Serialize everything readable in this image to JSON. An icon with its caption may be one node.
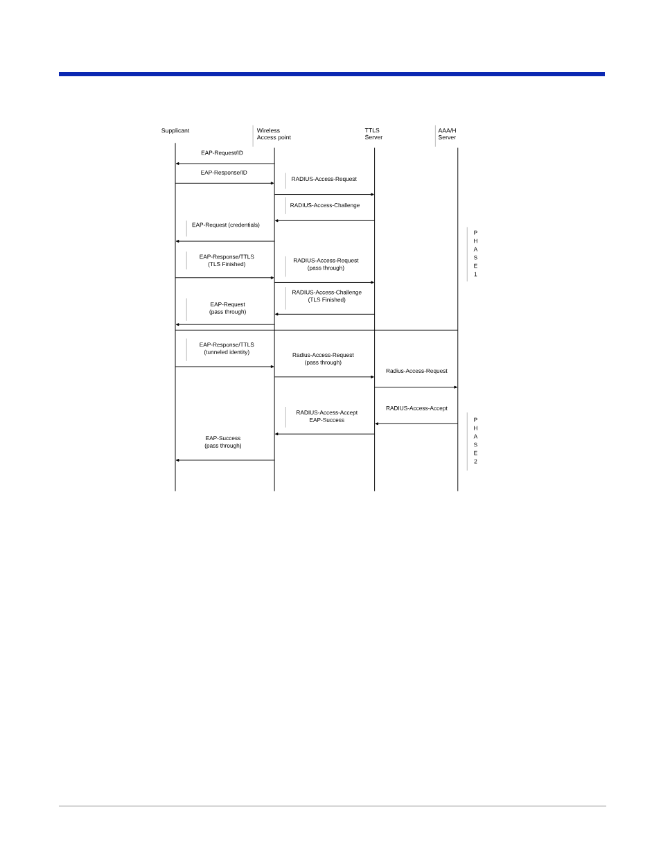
{
  "diagram": {
    "nodes": [
      {
        "text": [
          "Supplicant"
        ]
      },
      {
        "text": [
          "Wireless Access point"
        ]
      },
      {
        "text": [
          "TTLS Server"
        ]
      },
      {
        "text": [
          "AAA/H Server"
        ]
      }
    ],
    "edges": [
      {
        "from": 1,
        "to": 0,
        "arrow": "to",
        "label": "EAP-Request/ID"
      },
      {
        "from": 0,
        "to": 1,
        "arrow": "to",
        "label": "EAP-Response/ID"
      },
      {
        "from": 1,
        "to": 2,
        "arrow": "to",
        "label": "RADIUS-Access-Request"
      },
      {
        "from": 2,
        "to": 1,
        "arrow": "to",
        "label": "RADIUS-Access-Challenge"
      },
      {
        "from": 1,
        "to": 0,
        "arrow": "to",
        "label": "EAP-Request (credentials)"
      },
      {
        "from": 0,
        "to": 1,
        "arrow": "to",
        "label": "EAP-Response/TTLS (TLS Finished)"
      },
      {
        "from": 1,
        "to": 2,
        "arrow": "to",
        "label": "RADIUS-Access-Request (pass through)"
      },
      {
        "from": 2,
        "to": 1,
        "arrow": "to",
        "label": "RADIUS-Access-Challenge (TLS Finished)"
      },
      {
        "from": 1,
        "to": 0,
        "arrow": "to",
        "label": "EAP-Request (pass through)"
      },
      {
        "from": 0,
        "to": 1,
        "arrow": "to",
        "label": "EAP-Response/TTLS (tunneled identity)"
      },
      {
        "from": 1,
        "to": 2,
        "arrow": "to",
        "label": "Radius-Access-Request (pass through)"
      },
      {
        "from": 2,
        "to": 3,
        "arrow": "to",
        "label": "Radius-Access-Request"
      },
      {
        "from": 3,
        "to": 2,
        "arrow": "to",
        "label": "RADIUS-Access-Accept"
      },
      {
        "from": 2,
        "to": 1,
        "arrow": "to",
        "label": "RADIUS-Access-Accept EAP-Success"
      },
      {
        "from": 1,
        "to": 0,
        "arrow": "to",
        "label": "EAP-Success (pass through)"
      }
    ],
    "labels": [
      "P H A S E 1",
      "P H A S E 2"
    ]
  }
}
